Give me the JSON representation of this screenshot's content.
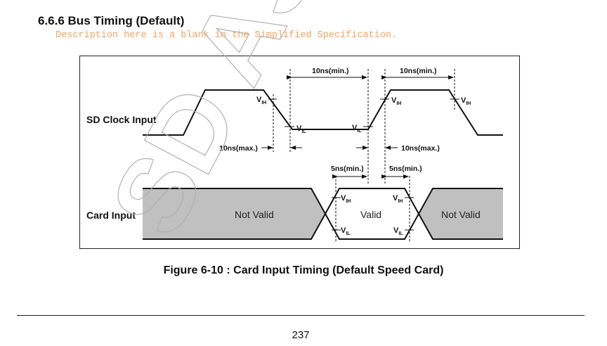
{
  "section": {
    "title": "6.6.6 Bus Timing (Default)",
    "description": "Description here is a blank in the Simplified Specification."
  },
  "figure": {
    "signals": {
      "clock_label": "SD Clock Input",
      "card_label": "Card Input"
    },
    "timing_labels": {
      "clock_low_min": "10ns(min.)",
      "clock_high_min": "10ns(min.)",
      "fall_time_max": "10ns(max.)",
      "rise_time_max": "10ns(max.)",
      "setup_min": "5ns(min.)",
      "hold_min": "5ns(min.)"
    },
    "levels": {
      "v": "V",
      "ih": "IH",
      "il": "IL"
    },
    "data_states": {
      "left": "Not Valid",
      "middle": "Valid",
      "right": "Not Valid"
    },
    "colors": {
      "invalid_fill": "#c0c0c0",
      "line": "#111111"
    },
    "caption": "Figure 6-10 : Card Input Timing (Default Speed Card)"
  },
  "footer": {
    "page_number": "237"
  },
  "watermark": {
    "text": "SD ASS"
  }
}
